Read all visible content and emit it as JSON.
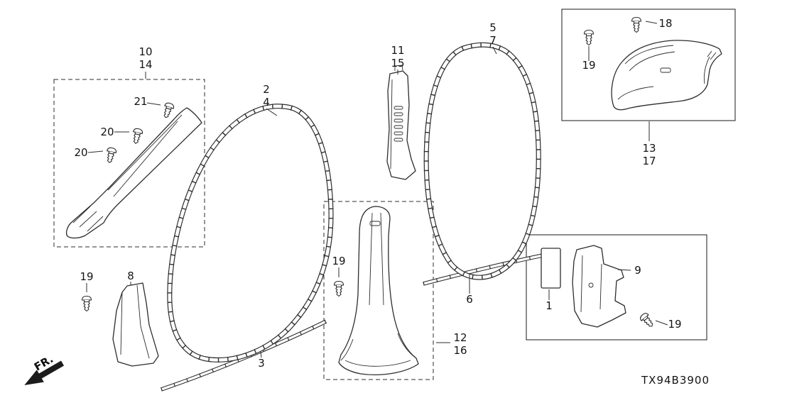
{
  "diagram": {
    "code": "TX94B3900",
    "fr": "FR.",
    "callouts": {
      "n10": "10",
      "n14": "14",
      "n21": "21",
      "n20a": "20",
      "n20b": "20",
      "n2": "2",
      "n4": "4",
      "n11": "11",
      "n15": "15",
      "n5": "5",
      "n7": "7",
      "n18": "18",
      "n19a": "19",
      "n13": "13",
      "n17": "17",
      "n8": "8",
      "n19b": "19",
      "n3": "3",
      "n19c": "19",
      "n12": "12",
      "n16": "16",
      "n6": "6",
      "n1": "1",
      "n9": "9",
      "n19d": "19"
    }
  }
}
